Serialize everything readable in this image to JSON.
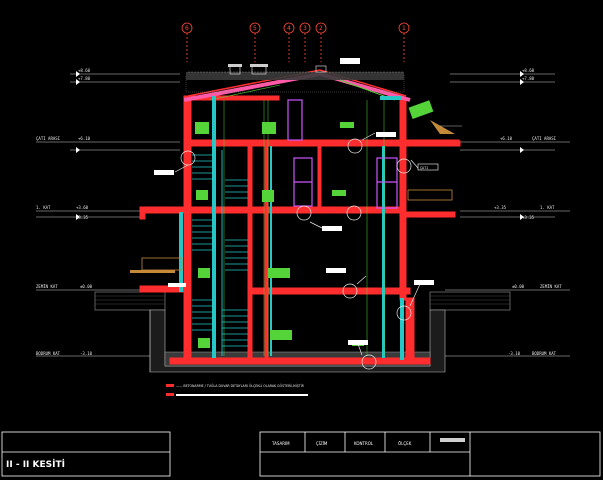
{
  "drawing": {
    "title": "II - II KESİTİ",
    "axes": [
      "6",
      "5",
      "4",
      "3",
      "2",
      "1"
    ],
    "levels": {
      "roof_top": {
        "left": "+8.60",
        "right": "+8.60"
      },
      "roof_base": {
        "left": "+7.80",
        "right": "+7.80"
      },
      "cati": {
        "label": "ÇATI ARASI",
        "left": "+6.10",
        "right": "+6.10"
      },
      "kat1": {
        "label": "1. KAT",
        "left": "+3.60",
        "left2": "+3.35",
        "right": "+3.35",
        "right2": "+3.35"
      },
      "zemin": {
        "label": "ZEMİN KAT",
        "left": "±0.00",
        "right": "±0.00"
      },
      "bodrum": {
        "label": "BODRUM KAT",
        "left": "-3.10",
        "right": "-3.10"
      }
    },
    "tags": [
      "ÇATI"
    ],
    "notes": [
      "—— BETONARME / TUĞLA DUVAR DETAYLARI ÖLÇEKLİ OLARAK GÖSTERİLMİŞTİR",
      ""
    ]
  },
  "titleblock": {
    "cells": [
      "TASARIM",
      "ÇİZİM",
      "KONTROL",
      "ÖLÇEK"
    ]
  },
  "colors": {
    "wall": "#ff2d2d",
    "roof": "#ff5aa8",
    "stair": "#27c7c7",
    "furniture": "#55d43a",
    "door": "#cc55ff",
    "ground": "#9a9a9a",
    "wood": "#c48a3a"
  }
}
